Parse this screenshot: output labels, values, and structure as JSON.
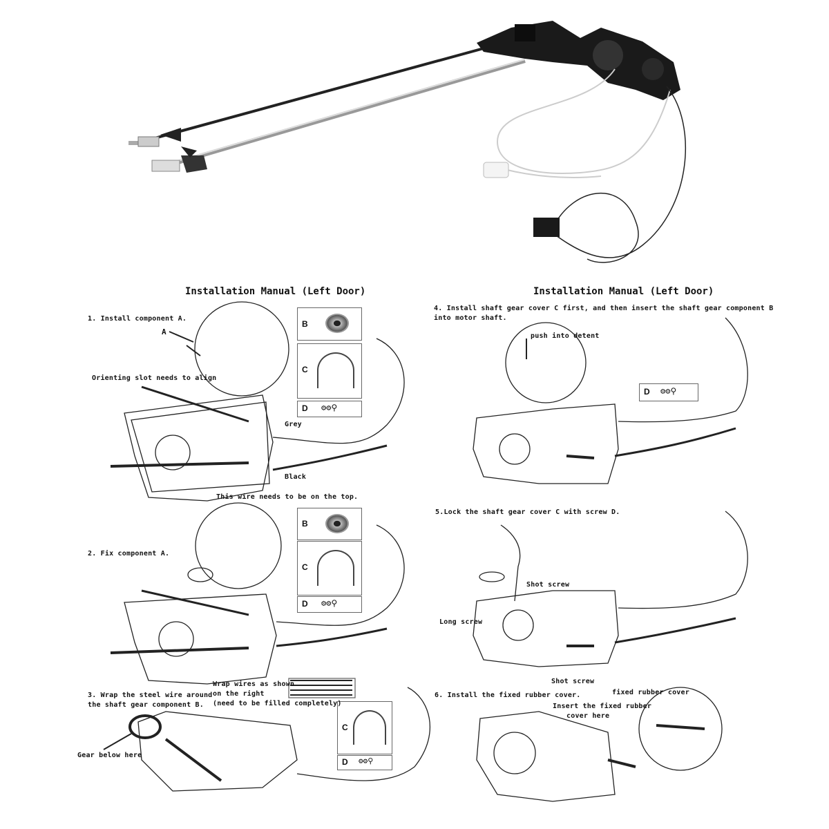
{
  "manual": {
    "left_title": "Installation Manual (Left Door)",
    "right_title": "Installation Manual (Left Door)",
    "step1": {
      "heading": "1. Install component A.",
      "label_a": "A",
      "orient": "Orienting slot needs to align",
      "grey": "Grey",
      "black": "Black",
      "wire_top": "This wire needs to be on the top."
    },
    "step2": {
      "heading": "2. Fix component A."
    },
    "step3": {
      "line1": "3. Wrap the steel wire around",
      "line2": "the shaft gear component B.",
      "wrap1": "Wrap wires as shown",
      "wrap2": "on the right",
      "wrap3": "(need to be filled completely)",
      "gear": "Gear below here"
    },
    "step4": {
      "line1": "4. Install shaft gear cover C first, and then insert the shaft gear component B",
      "line2": "into motor shaft.",
      "push": "push into detent"
    },
    "step5": {
      "heading": "5.Lock the shaft gear cover C with screw D.",
      "shot1": "Shot screw",
      "long": "Long screw",
      "shot2": "Shot screw"
    },
    "step6": {
      "heading": "6. Install the fixed rubber cover.",
      "cover": "fixed rubber cover",
      "insert1": "Insert the fixed rubber",
      "insert2": "cover here"
    },
    "parts": {
      "b": "B",
      "c": "C",
      "d": "D"
    }
  }
}
